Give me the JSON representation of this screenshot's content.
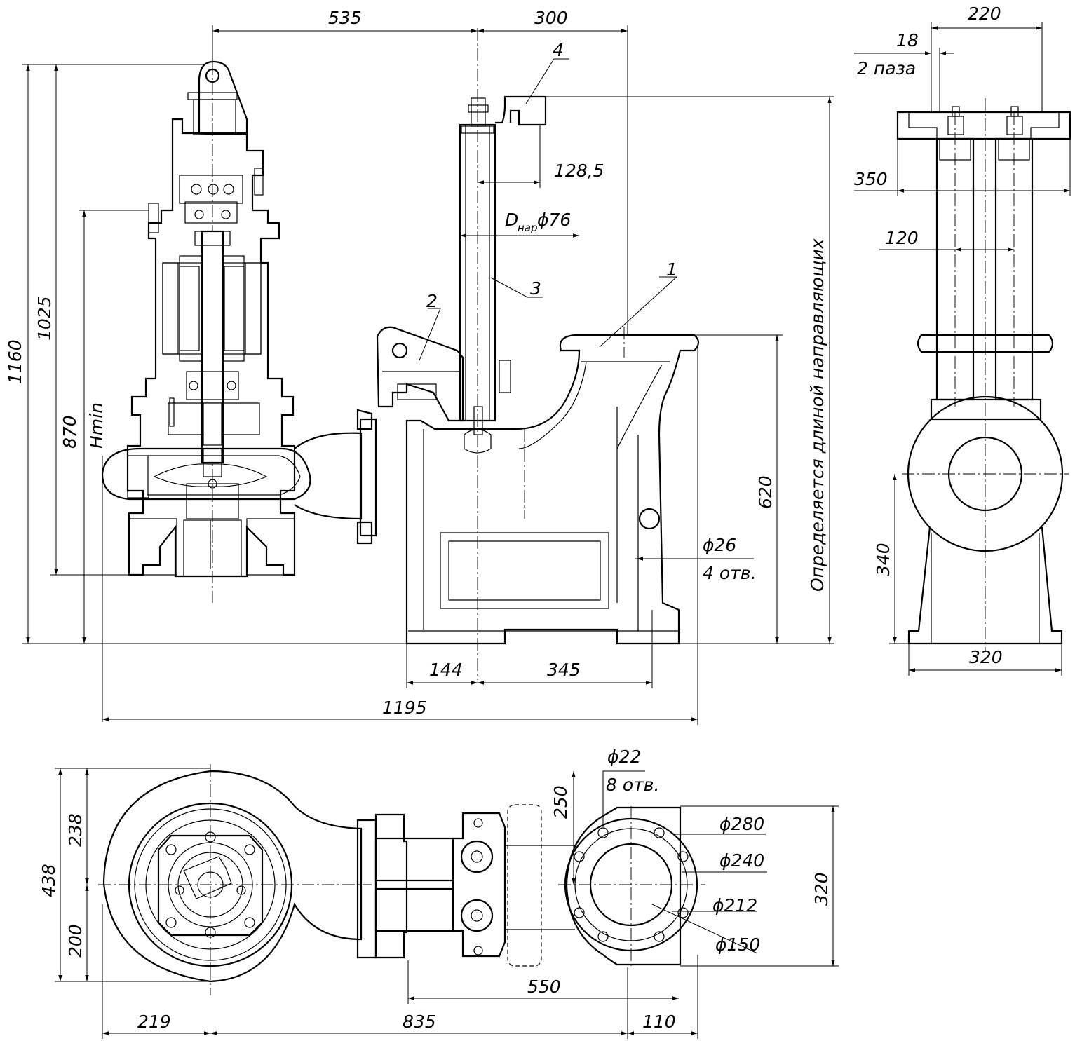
{
  "dimensions": {
    "d535": "535",
    "d300": "300",
    "d220": "220",
    "d18": "18",
    "slots": "2 паза",
    "d128_5": "128,5",
    "d_nar": "D",
    "d_nar_sub": "нар",
    "d76": "ϕ76",
    "d350": "350",
    "d120": "120",
    "d1160": "1160",
    "d1025": "1025",
    "d870": "870",
    "hmin": "Hmin",
    "d620": "620",
    "d26": "ϕ26",
    "holes4": "4 отв.",
    "d340": "340",
    "d320_side": "320",
    "d144": "144",
    "d345": "345",
    "d1195": "1195",
    "d22": "ϕ22",
    "holes8": "8 отв.",
    "d250": "250",
    "d280": "ϕ280",
    "d240": "ϕ240",
    "d212": "ϕ212",
    "d150": "ϕ150",
    "d320_plan": "320",
    "d438": "438",
    "d238": "238",
    "d200": "200",
    "d550": "550",
    "d219": "219",
    "d835": "835",
    "d110": "110"
  },
  "callouts": {
    "c1": "1",
    "c2": "2",
    "c3": "3",
    "c4": "4"
  },
  "notes": {
    "guide_length": "Определяется длиной направляющих"
  }
}
